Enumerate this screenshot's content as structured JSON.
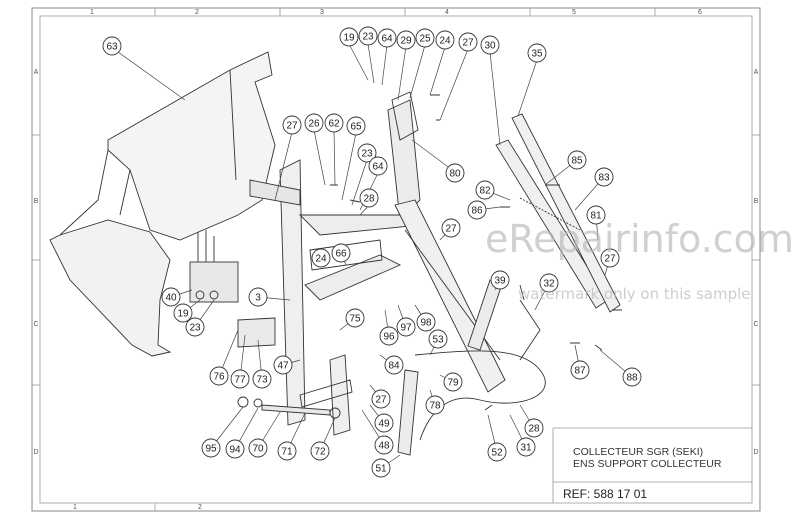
{
  "grid": {
    "top_columns": [
      "1",
      "2",
      "3",
      "4",
      "5",
      "6"
    ],
    "bottom_columns": [
      "1",
      "2"
    ],
    "rows": [
      "A",
      "B",
      "C",
      "D"
    ]
  },
  "title_block": {
    "line1": "COLLECTEUR SGR (SEKI)",
    "line2": "ENS SUPPORT COLLECTEUR",
    "ref": "REF:  588 17 01"
  },
  "watermark": {
    "main": "eRepairinfo.com",
    "sub": "watermark only on this sample"
  },
  "callouts": [
    "63",
    "19",
    "23",
    "64",
    "29",
    "25",
    "24",
    "27",
    "30",
    "35",
    "27",
    "26",
    "62",
    "65",
    "23",
    "64",
    "28",
    "80",
    "85",
    "83",
    "82",
    "86",
    "81",
    "27",
    "66",
    "24",
    "27",
    "39",
    "32",
    "40",
    "19",
    "23",
    "3",
    "97",
    "98",
    "96",
    "53",
    "84",
    "76",
    "77",
    "73",
    "47",
    "75",
    "79",
    "78",
    "27",
    "87",
    "88",
    "49",
    "48",
    "51",
    "95",
    "94",
    "70",
    "71",
    "72",
    "52",
    "31",
    "28"
  ]
}
